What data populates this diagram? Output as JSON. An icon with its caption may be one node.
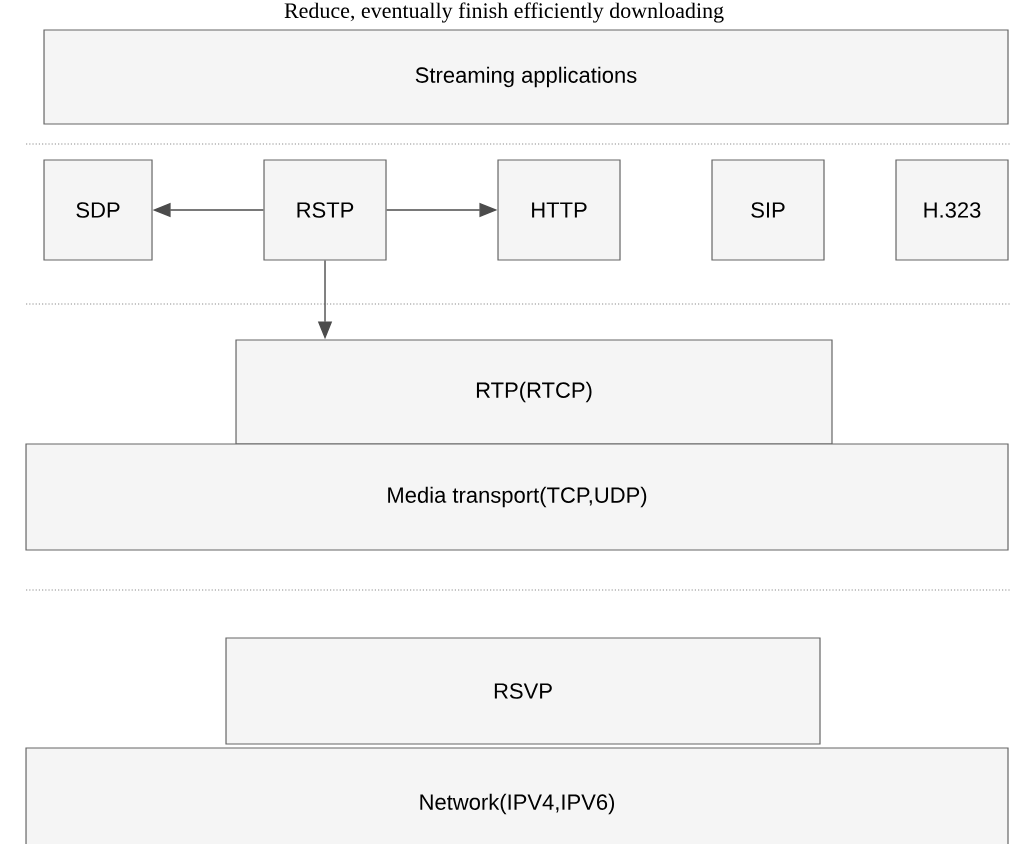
{
  "diagram": {
    "nodes": [
      {
        "text": [
          "Streaming applications"
        ]
      },
      {
        "text": [
          "SDP"
        ]
      },
      {
        "text": [
          "RSTP"
        ]
      },
      {
        "text": [
          "HTTP"
        ]
      },
      {
        "text": [
          "SIP"
        ]
      },
      {
        "text": [
          "H.323"
        ]
      },
      {
        "text": [
          "RTP(RTCP)"
        ]
      },
      {
        "text": [
          "Media transport(TCP,UDP)"
        ]
      },
      {
        "text": [
          "RSVP"
        ]
      },
      {
        "text": [
          "Network(IPV4,IPV6)"
        ]
      }
    ],
    "edges": [
      {
        "from": 2,
        "to": 1,
        "arrow": "to"
      },
      {
        "from": 2,
        "to": 3,
        "arrow": "to"
      },
      {
        "from": 2,
        "to": 6,
        "arrow": "to"
      }
    ],
    "labels": [
      "Reduce, eventually finish efficiently downloading"
    ]
  }
}
